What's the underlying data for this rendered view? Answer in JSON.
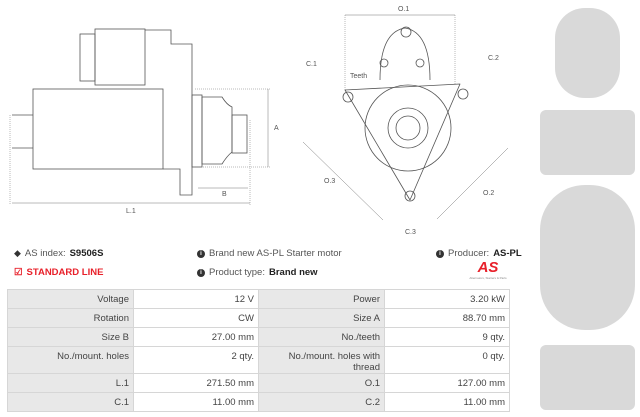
{
  "drawing_side": {
    "labels": {
      "a": "A",
      "b": "B",
      "l1": "L.1"
    }
  },
  "drawing_front": {
    "labels": {
      "o1": "O.1",
      "o2": "O.2",
      "o3": "O.3",
      "c1": "C.1",
      "c2": "C.2",
      "c3": "C.3",
      "teeth": "Teeth"
    }
  },
  "info": {
    "as_index_label": "AS index:",
    "as_index_value": "S9506S",
    "standard_line": "STANDARD LINE",
    "description": "Brand new AS-PL Starter motor",
    "product_type_label": "Product type:",
    "product_type_value": "Brand new",
    "producer_label": "Producer:",
    "producer_value": "AS-PL",
    "logo_text": "AS",
    "logo_tagline": "Alternators, Starters & Parts",
    "accent_color": "#e8202a"
  },
  "specs": {
    "rows": [
      [
        {
          "label": "Voltage",
          "value": "12 V"
        },
        {
          "label": "Power",
          "value": "3.20 kW"
        }
      ],
      [
        {
          "label": "Rotation",
          "value": "CW"
        },
        {
          "label": "Size A",
          "value": "88.70 mm"
        }
      ],
      [
        {
          "label": "Size B",
          "value": "27.00 mm"
        },
        {
          "label": "No./teeth",
          "value": "9 qty."
        }
      ],
      [
        {
          "label": "No./mount. holes",
          "value": "2 qty."
        },
        {
          "label": "No./mount. holes with thread",
          "value": "0 qty."
        }
      ],
      [
        {
          "label": "L.1",
          "value": "271.50 mm"
        },
        {
          "label": "O.1",
          "value": "127.00 mm"
        }
      ],
      [
        {
          "label": "C.1",
          "value": "11.00 mm"
        },
        {
          "label": "C.2",
          "value": "11.00 mm"
        }
      ]
    ]
  }
}
